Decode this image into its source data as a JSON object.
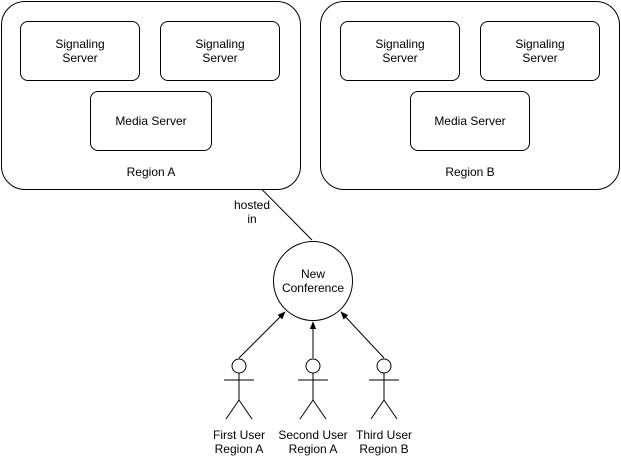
{
  "region_a": {
    "label": "Region A",
    "signaling_1": "Signaling\nServer",
    "signaling_2": "Signaling\nServer",
    "media": "Media Server"
  },
  "region_b": {
    "label": "Region B",
    "signaling_1": "Signaling\nServer",
    "signaling_2": "Signaling\nServer",
    "media": "Media Server"
  },
  "conference": {
    "label": "New\nConference"
  },
  "edge_label": "hosted\nin",
  "users": [
    {
      "label": "First User\nRegion A"
    },
    {
      "label": "Second User\nRegion A"
    },
    {
      "label": "Third User\nRegion B"
    }
  ]
}
